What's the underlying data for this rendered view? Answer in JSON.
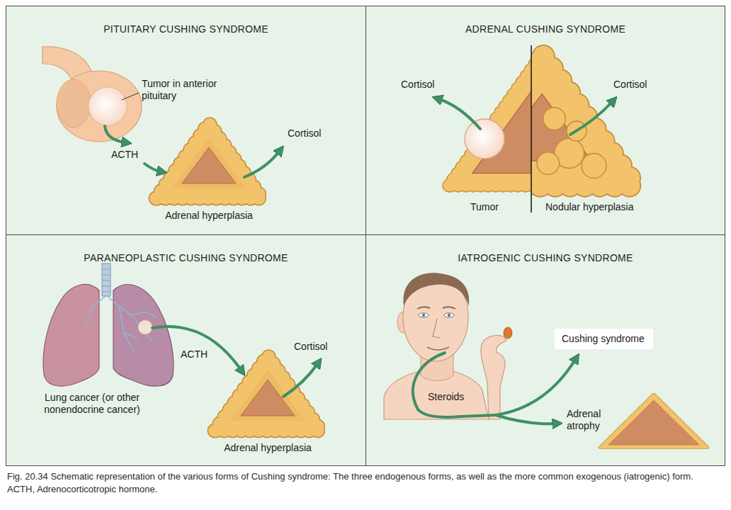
{
  "diagram": {
    "caption": "Fig. 20.34 Schematic representation of the various forms of Cushing syndrome: The three endogenous forms, as well as the more common exogenous (iatrogenic) form. ACTH, Adrenocorticotropic hormone.",
    "nodes": [
      {
        "text": [
          "PITUITARY CUSHING SYNDROME"
        ]
      },
      {
        "text": [
          "ADRENAL CUSHING SYNDROME"
        ]
      },
      {
        "text": [
          "PARANEOPLASTIC CUSHING SYNDROME"
        ]
      },
      {
        "text": [
          "IATROGENIC CUSHING SYNDROME"
        ]
      },
      {
        "text": [
          "Cushing syndrome"
        ],
        "in": 3
      }
    ],
    "labels": [
      "Tumor in anterior pituitary",
      "ACTH",
      "Cortisol",
      "Adrenal hyperplasia",
      "Cortisol",
      "Cortisol",
      "Tumor",
      "Nodular hyperplasia",
      "ACTH",
      "Cortisol",
      "Lung cancer (or other nonendocrine cancer)",
      "Adrenal hyperplasia",
      "Steroids",
      "Adrenal atrophy"
    ]
  }
}
